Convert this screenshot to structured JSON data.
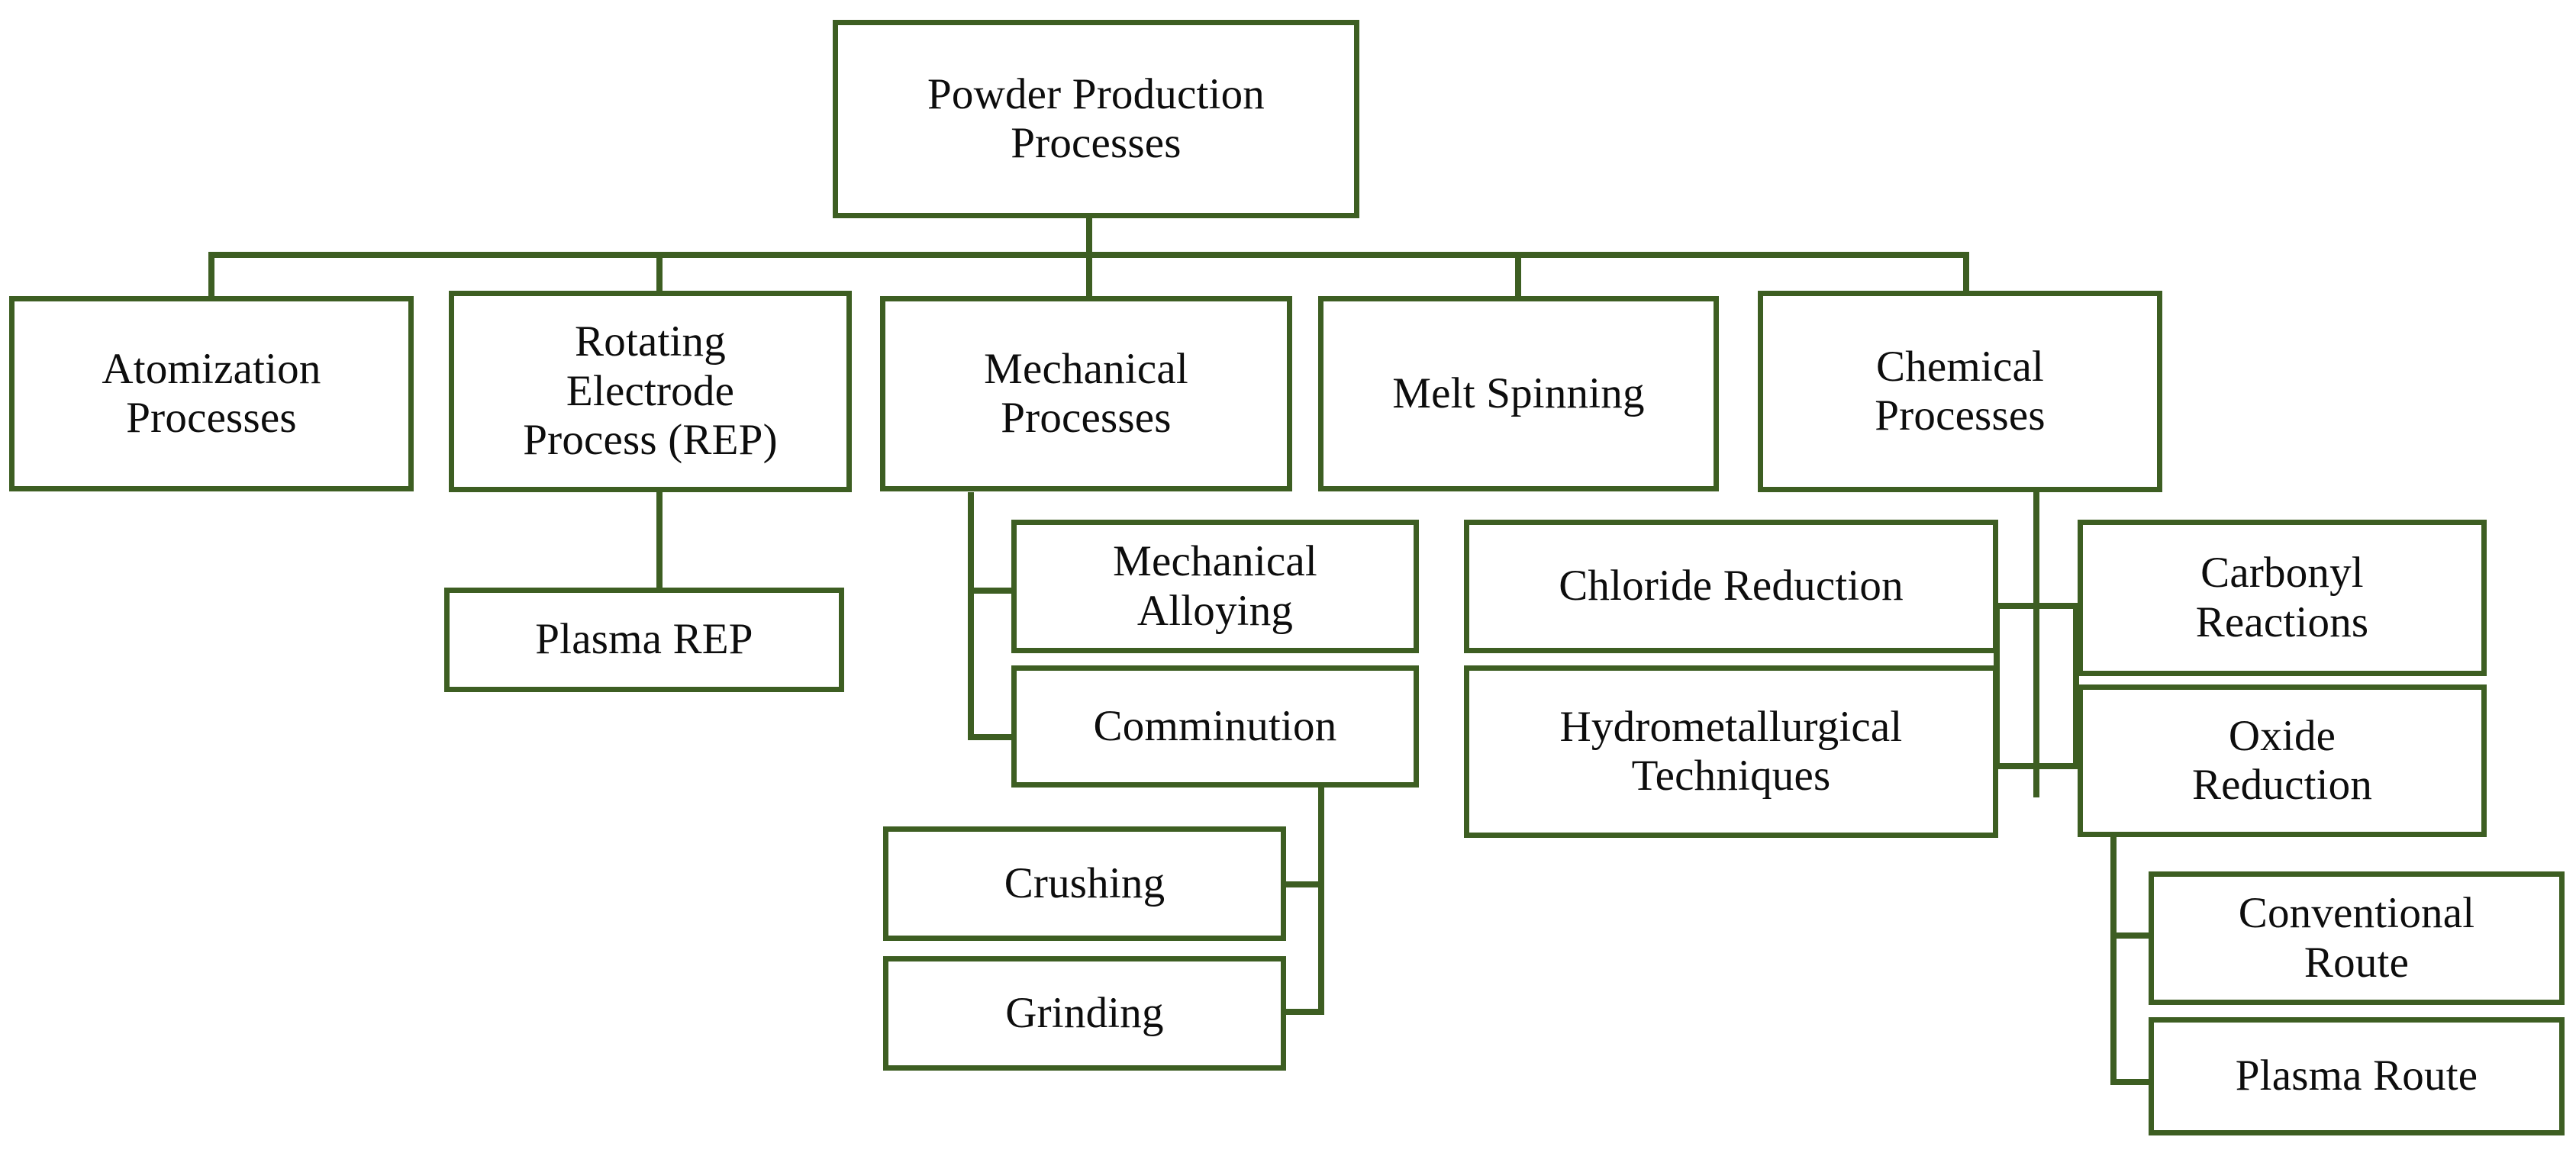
{
  "diagram": {
    "title": "Powder Production Processes",
    "type": "hierarchy-tree",
    "accent_color": "#3d5e22",
    "background_color": "#ffffff",
    "text_color": "#0d0d0d",
    "nodes": {
      "root": "Powder Production\nProcesses",
      "atomization": "Atomization\nProcesses",
      "rep": "Rotating\nElectrode\nProcess (REP)",
      "plasma_rep": "Plasma REP",
      "mechanical": "Mechanical\nProcesses",
      "mechanical_alloying": "Mechanical\nAlloying",
      "comminution": "Comminution",
      "crushing": "Crushing",
      "grinding": "Grinding",
      "melt_spinning": "Melt Spinning",
      "chemical": "Chemical\nProcesses",
      "chloride_reduction": "Chloride Reduction",
      "hydrometallurgical": "Hydrometallurgical\nTechniques",
      "carbonyl": "Carbonyl\nReactions",
      "oxide_reduction": "Oxide\nReduction",
      "conventional_route": "Conventional\nRoute",
      "plasma_route": "Plasma Route"
    },
    "hierarchy": [
      {
        "label": "Powder Production Processes",
        "children": [
          {
            "label": "Atomization Processes",
            "children": []
          },
          {
            "label": "Rotating Electrode Process (REP)",
            "children": [
              {
                "label": "Plasma REP",
                "children": []
              }
            ]
          },
          {
            "label": "Mechanical Processes",
            "children": [
              {
                "label": "Mechanical Alloying",
                "children": []
              },
              {
                "label": "Comminution",
                "children": [
                  {
                    "label": "Crushing",
                    "children": []
                  },
                  {
                    "label": "Grinding",
                    "children": []
                  }
                ]
              }
            ]
          },
          {
            "label": "Melt Spinning",
            "children": []
          },
          {
            "label": "Chemical Processes",
            "children": [
              {
                "label": "Chloride Reduction",
                "children": []
              },
              {
                "label": "Hydrometallurgical Techniques",
                "children": []
              },
              {
                "label": "Carbonyl Reactions",
                "children": []
              },
              {
                "label": "Oxide Reduction",
                "children": [
                  {
                    "label": "Conventional Route",
                    "children": []
                  },
                  {
                    "label": "Plasma Route",
                    "children": []
                  }
                ]
              }
            ]
          }
        ]
      }
    ]
  }
}
